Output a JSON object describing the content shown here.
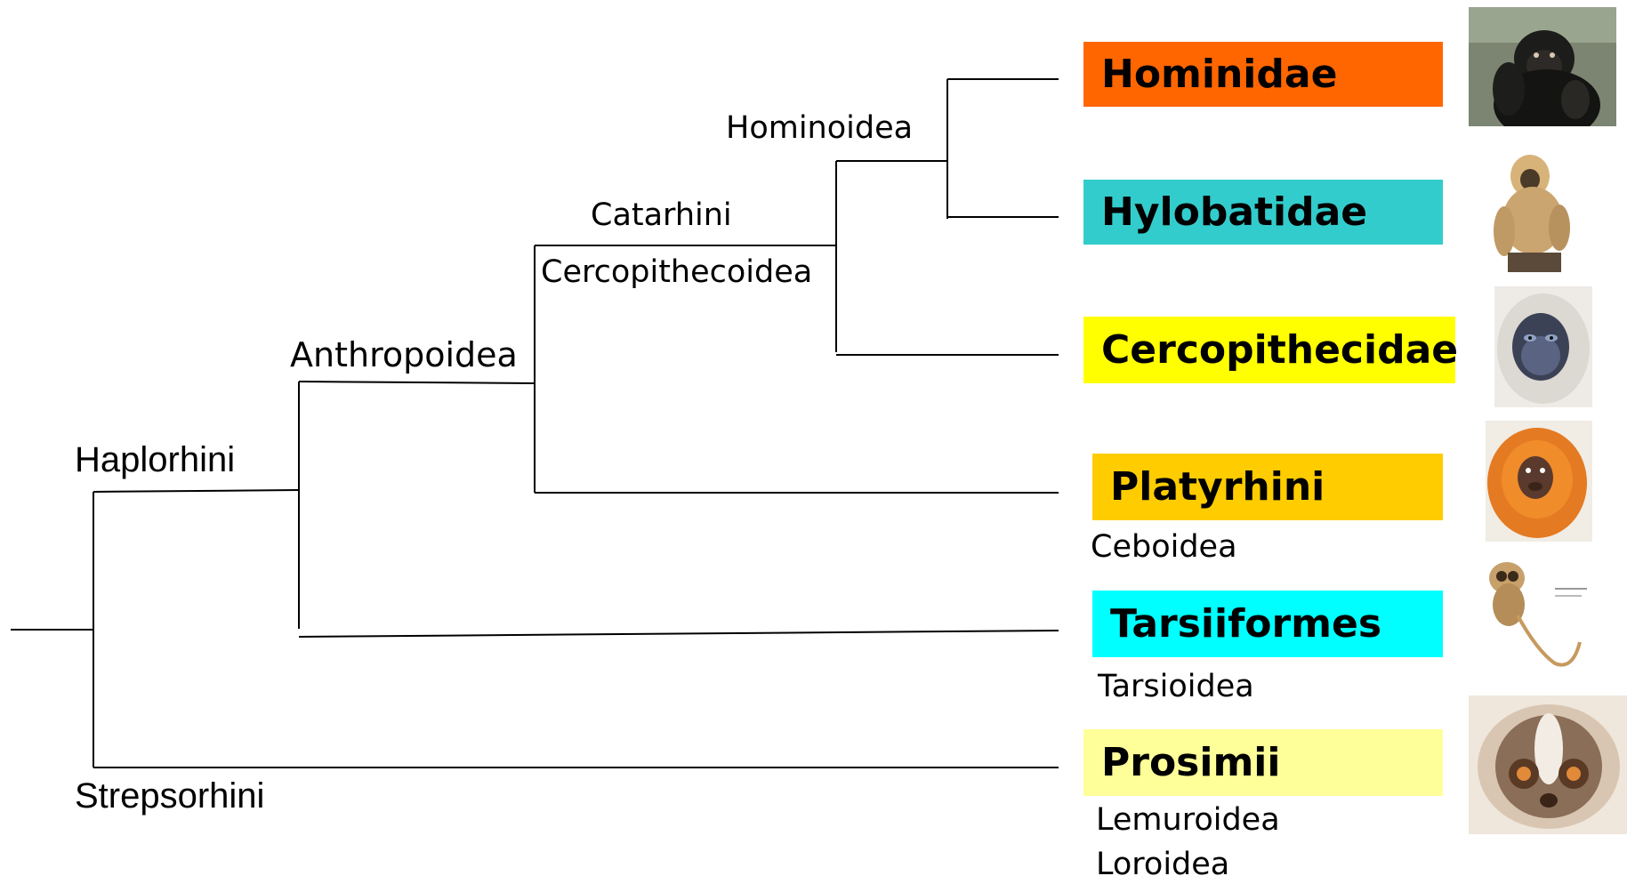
{
  "nodes": {
    "haplorhini": "Haplorhini",
    "strepsorhini": "Strepsorhini",
    "anthropoidea": "Anthropoidea",
    "catarhini": "Catarhini",
    "cercopithecoidea": "Cercopithecoidea",
    "hominoidea": "Hominoidea"
  },
  "taxa": [
    {
      "name": "Hominidae",
      "color": "#ff6600",
      "image": "bonobo-photo"
    },
    {
      "name": "Hylobatidae",
      "color": "#33cccc",
      "image": "gibbon-photo"
    },
    {
      "name": "Cercopithecidae",
      "color": "#ffff00",
      "image": "macaque-illustration"
    },
    {
      "name": "Platyrhini",
      "color": "#ffcc00",
      "subtitle": "Ceboidea",
      "image": "lion-tamarin-illustration"
    },
    {
      "name": "Tarsiiformes",
      "color": "#00ffff",
      "subtitle": "Tarsioidea",
      "image": "tarsier-illustration"
    },
    {
      "name": "Prosimii",
      "color": "#ffff99",
      "subtitle": "Lemuroidea",
      "subtitle2": "Loroidea",
      "image": "loris-illustration"
    }
  ]
}
